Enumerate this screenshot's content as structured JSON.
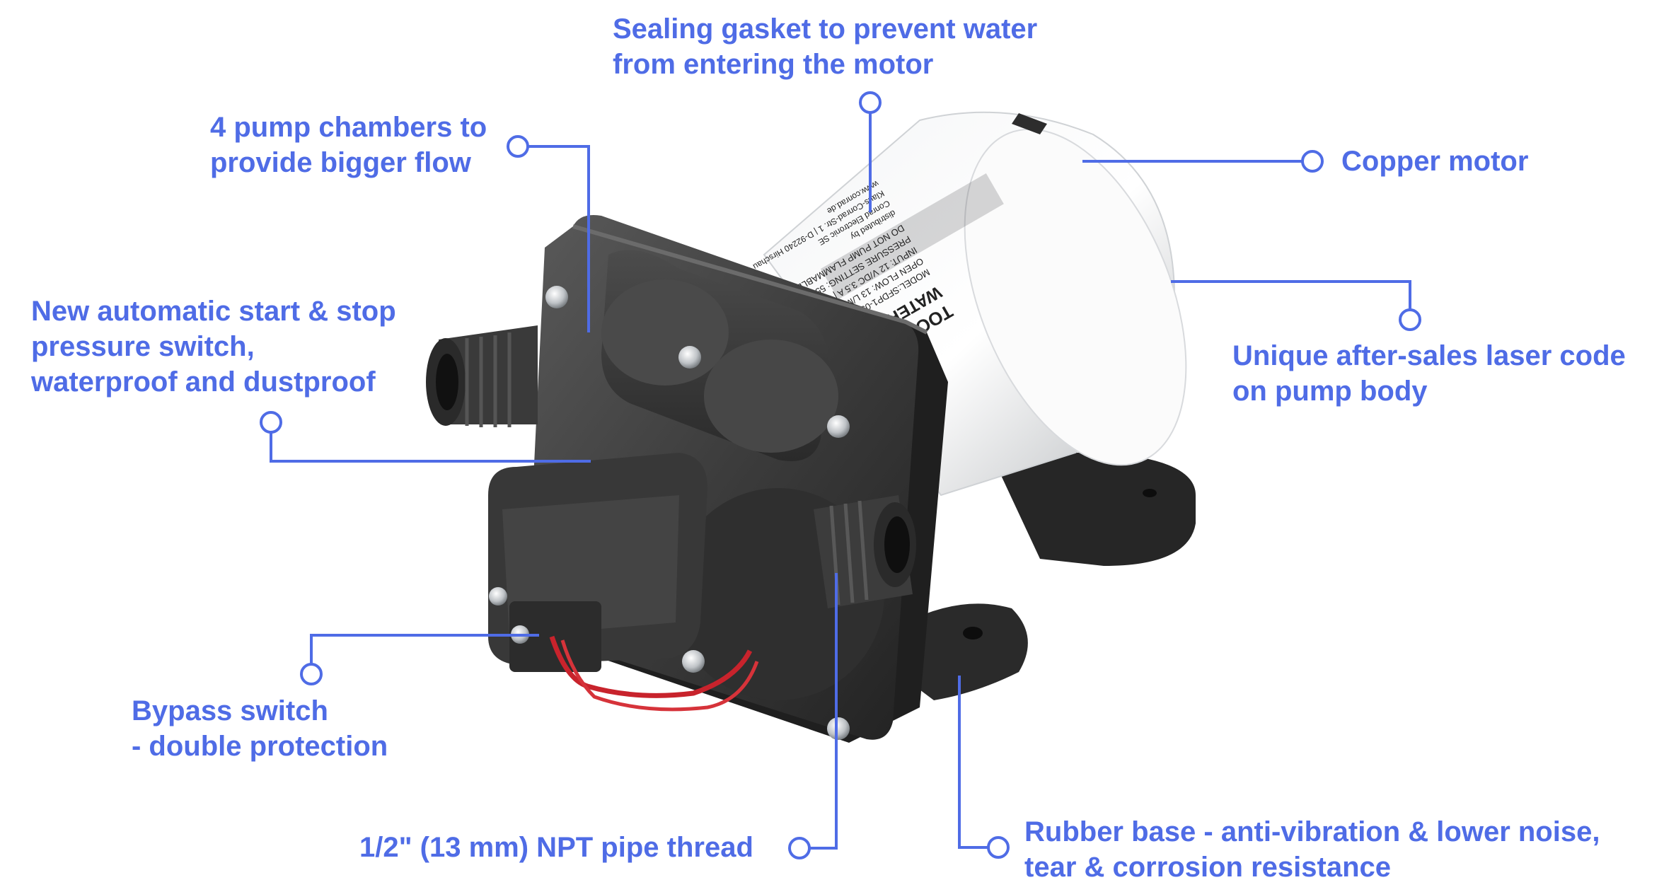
{
  "accent_color": "#4f6ce6",
  "callouts": [
    {
      "id": "sealing-gasket",
      "lines": [
        "Sealing gasket to prevent water",
        "from entering the motor"
      ]
    },
    {
      "id": "pump-chambers",
      "lines": [
        "4 pump chambers to",
        "provide bigger flow"
      ]
    },
    {
      "id": "copper-motor",
      "lines": [
        "Copper motor"
      ]
    },
    {
      "id": "pressure-switch",
      "lines": [
        "New automatic start & stop",
        "pressure switch,",
        "waterproof and dustproof"
      ]
    },
    {
      "id": "laser-code",
      "lines": [
        "Unique after-sales laser code",
        "on pump body"
      ]
    },
    {
      "id": "bypass-switch",
      "lines": [
        "Bypass switch",
        "- double protection"
      ]
    },
    {
      "id": "pipe-thread",
      "lines": [
        "1/2\" (13 mm) NPT pipe thread"
      ]
    },
    {
      "id": "rubber-base",
      "lines": [
        "Rubber base - anti-vibration & lower noise,",
        "tear & corrosion resistance"
      ]
    }
  ],
  "motor_label": {
    "brand": "TOOLCRAFT",
    "product": "WATER PRESSURE PUMP",
    "specs": [
      "MODEL:SFDP1-030-055-42",
      "OPEN FLOW: 13 L/M | 3.0 GPM",
      "INPUT: 12 V/DC 3.5 A | MAX AMPS: 7.5 A",
      "PRESSURE SETTING: 55 PSI | 3.8 BAR",
      "DO NOT PUMP FLAMMABLE LIQUIDS"
    ],
    "distributor": [
      "distributed by",
      "Conrad Electronic SE",
      "Klaus-Conrad-Str. 1 | D-92240 Hirschau",
      "www.conrad.de"
    ]
  }
}
